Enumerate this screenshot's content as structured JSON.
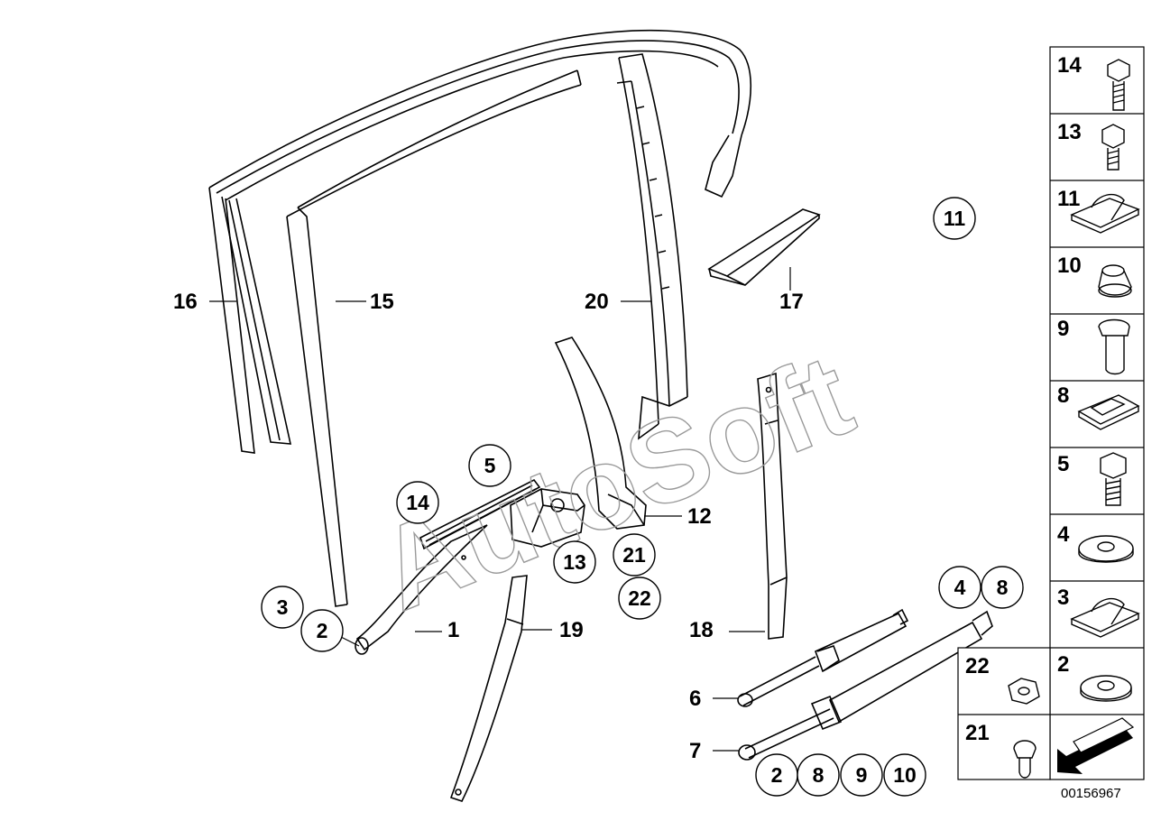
{
  "watermark": "AutoSoft",
  "diagram_code": "00156967",
  "labels": {
    "l16": "16",
    "l15": "15",
    "l20": "20",
    "l17": "17",
    "l12": "12",
    "l1": "1",
    "l19": "19",
    "l18": "18",
    "l6": "6",
    "l7": "7"
  },
  "circles": {
    "c11": "11",
    "c5": "5",
    "c14": "14",
    "c13": "13",
    "c21": "21",
    "c22": "22",
    "c3": "3",
    "c2": "2",
    "c4": "4",
    "c8a": "8",
    "b2": "2",
    "b8": "8",
    "b9": "9",
    "b10": "10"
  },
  "parts_legend": {
    "col1": [
      "14",
      "13",
      "11",
      "10",
      "9",
      "8",
      "5",
      "4",
      "3",
      "2"
    ],
    "col2": [
      "22",
      "21"
    ]
  }
}
